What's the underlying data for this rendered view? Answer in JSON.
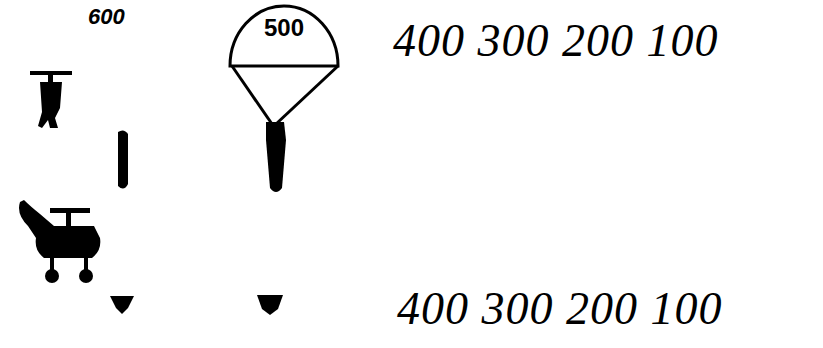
{
  "diagram": {
    "nodes": [
      {
        "text": [
          "500"
        ]
      }
    ],
    "labels": [
      "600",
      "400 300 200 100",
      "400 300 200 100"
    ]
  }
}
